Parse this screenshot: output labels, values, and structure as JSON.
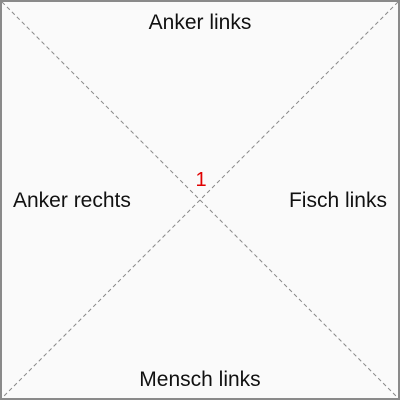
{
  "labels": {
    "top": "Anker links",
    "bottom": "Mensch links",
    "left": "Anker rechts",
    "right": "Fisch links"
  },
  "center_number": "1",
  "colors": {
    "center_number": "#e00000",
    "diagonal": "#888888",
    "border": "#8a8a8a",
    "background": "#fafafa"
  }
}
